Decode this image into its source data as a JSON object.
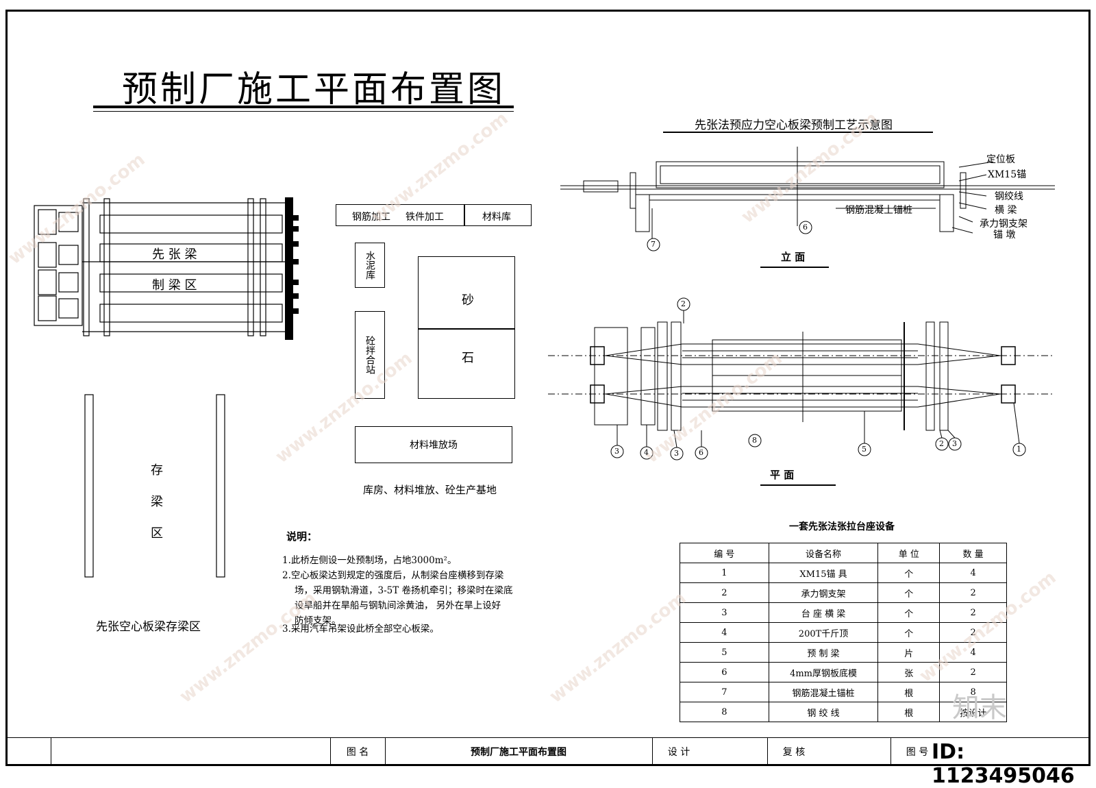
{
  "title": "预制厂施工平面布置图",
  "left_plan": {
    "zone_line1": "先 张 梁",
    "zone_line2": "制 梁 区",
    "storage_chars": [
      "存",
      "梁",
      "区"
    ],
    "storage_caption": "先张空心板梁存梁区"
  },
  "mid_plan": {
    "workshop_row": [
      "钢筋加工",
      "铁件加工",
      "材料库"
    ],
    "cement": "水泥库",
    "mixing": "砼拌合站",
    "sand": "砂",
    "stone": "石",
    "yard": "材料堆放场",
    "caption": "库房、材料堆放、砼生产基地"
  },
  "notes": {
    "heading": "说明：",
    "items": [
      "1.此桥左侧设一处预制场，占地3000m²。",
      "2.空心板梁达到规定的强度后，从制梁台座横移到存梁",
      "场，采用钢轨滑道，3-5T 卷扬机牵引；移梁时在梁底",
      "设旱船并在旱船与钢轨间涂黄油， 另外在旱上设好",
      "防倾支架。",
      "3.采用汽车吊架设此桥全部空心板梁。"
    ]
  },
  "process": {
    "title": "先张法预应力空心板梁预制工艺示意图",
    "labels": [
      "定位板",
      "XM15锚",
      "钢绞线",
      "横 梁",
      "承力钢支架",
      "锚 墩",
      "钢筋混凝土锚桩"
    ],
    "elev_caption": "立 面",
    "plan_caption": "平 面",
    "elev_markers": [
      "7",
      "6"
    ],
    "plan_markers_top": [
      "2"
    ],
    "plan_markers_bottom": [
      "3",
      "4",
      "3",
      "6",
      "8",
      "5",
      "2",
      "3",
      "1"
    ]
  },
  "equipment": {
    "title": "一套先张法张拉台座设备",
    "headers": [
      "编 号",
      "设备名称",
      "单 位",
      "数 量"
    ],
    "rows": [
      [
        "1",
        "XM15锚 具",
        "个",
        "4"
      ],
      [
        "2",
        "承力钢支架",
        "个",
        "2"
      ],
      [
        "3",
        "台 座 横 梁",
        "个",
        "2"
      ],
      [
        "4",
        "200T千斤顶",
        "个",
        "2"
      ],
      [
        "5",
        "预 制 梁",
        "片",
        "4"
      ],
      [
        "6",
        "4mm厚钢板底模",
        "张",
        "2"
      ],
      [
        "7",
        "钢筋混凝土锚桩",
        "根",
        "8"
      ],
      [
        "8",
        "钢 绞 线",
        "根",
        "按设计"
      ]
    ]
  },
  "title_block": {
    "name_label": "图 名",
    "name_value": "预制厂施工平面布置图",
    "design_label": "设 计",
    "review_label": "复 核",
    "drawing_no_label": "图 号"
  },
  "badge": "ID: 1123495046",
  "watermark": "www.znzmo.com",
  "watermark_logo": "知末"
}
